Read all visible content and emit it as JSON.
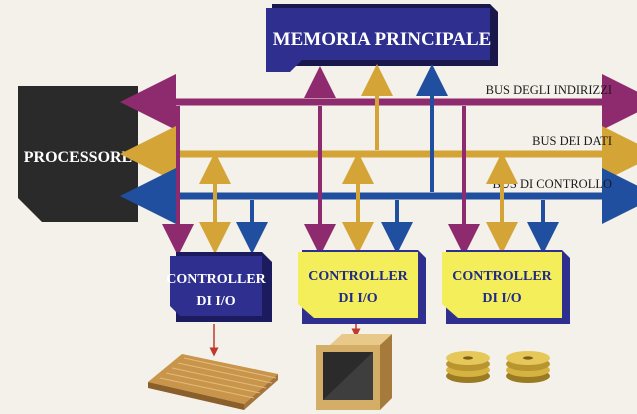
{
  "diagram": {
    "memory": {
      "label": "MEMORIA PRINCIPALE"
    },
    "processor": {
      "label": "PROCESSORE"
    },
    "buses": [
      {
        "id": "address",
        "label": "BUS DEGLI INDIRIZZI",
        "color": "#8e2a6e"
      },
      {
        "id": "data",
        "label": "BUS DEI DATI",
        "color": "#d5a437"
      },
      {
        "id": "control",
        "label": "BUS DI CONTROLLO",
        "color": "#1f4f9e"
      }
    ],
    "controllers": [
      {
        "line1": "CONTROLLER",
        "line2": "DI I/O",
        "fill": "#2e2f8f",
        "text_color": "#ffffff"
      },
      {
        "line1": "CONTROLLER",
        "line2": "DI I/O",
        "fill": "#f4ee5a",
        "text_color": "#1f2a8a"
      },
      {
        "line1": "CONTROLLER",
        "line2": "DI I/O",
        "fill": "#f4ee5a",
        "text_color": "#1f2a8a"
      }
    ],
    "devices": [
      {
        "icon": "keyboard-icon"
      },
      {
        "icon": "monitor-icon"
      },
      {
        "icon": "disk-stack-icon"
      }
    ],
    "colors": {
      "address": "#8e2a6e",
      "data": "#d5a437",
      "control": "#1f4f9e",
      "connector": "#c0392b",
      "processor": "#2a2a2a",
      "memory": "#2e2f8f"
    }
  }
}
